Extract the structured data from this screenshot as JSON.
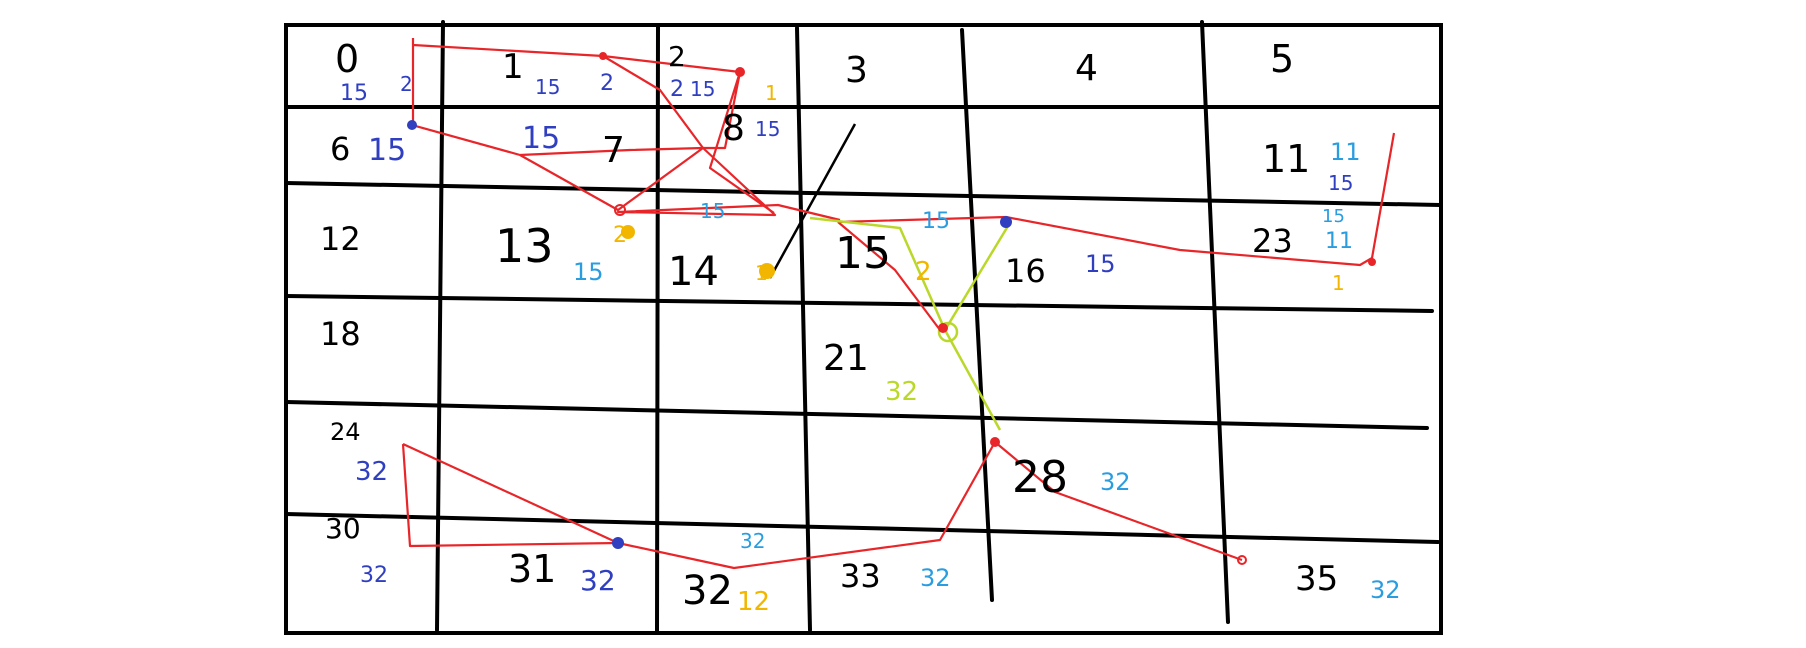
{
  "colors": {
    "background": "#ffffff",
    "grid": "#000000",
    "path_primary": "#e8262a",
    "path_secondary": "#b9d82a",
    "dark_blue": "#2f3fc0",
    "light_blue": "#2a9de0",
    "gold": "#f2b600",
    "black_stroke": "#000000"
  },
  "grid": {
    "columns": 6,
    "rows": 6,
    "cell_numbers": [
      {
        "id": "c0",
        "text": "0"
      },
      {
        "id": "c1",
        "text": "1"
      },
      {
        "id": "c2",
        "text": "2"
      },
      {
        "id": "c3",
        "text": "3"
      },
      {
        "id": "c4",
        "text": "4"
      },
      {
        "id": "c5",
        "text": "5"
      },
      {
        "id": "c6",
        "text": "6"
      },
      {
        "id": "c7",
        "text": "7"
      },
      {
        "id": "c8",
        "text": "8"
      },
      {
        "id": "c11",
        "text": "11"
      },
      {
        "id": "c12",
        "text": "12"
      },
      {
        "id": "c13",
        "text": "13"
      },
      {
        "id": "c14",
        "text": "14"
      },
      {
        "id": "c15",
        "text": "15"
      },
      {
        "id": "c16",
        "text": "16"
      },
      {
        "id": "c23",
        "text": "23"
      },
      {
        "id": "c18",
        "text": "18"
      },
      {
        "id": "c21",
        "text": "21"
      },
      {
        "id": "c24",
        "text": "24"
      },
      {
        "id": "c28",
        "text": "28"
      },
      {
        "id": "c30",
        "text": "30"
      },
      {
        "id": "c31",
        "text": "31"
      },
      {
        "id": "c32",
        "text": "32"
      },
      {
        "id": "c33",
        "text": "33"
      },
      {
        "id": "c35",
        "text": "35"
      }
    ]
  },
  "annotations": [
    {
      "id": "a0a",
      "text": "15",
      "color": "dark_blue"
    },
    {
      "id": "a0b",
      "text": "2",
      "color": "dark_blue"
    },
    {
      "id": "a1a",
      "text": "15",
      "color": "dark_blue"
    },
    {
      "id": "a1b",
      "text": "2",
      "color": "dark_blue"
    },
    {
      "id": "a2a",
      "text": "2",
      "color": "dark_blue"
    },
    {
      "id": "a2b",
      "text": "15",
      "color": "dark_blue"
    },
    {
      "id": "a2c",
      "text": "1",
      "color": "gold"
    },
    {
      "id": "a6",
      "text": "15",
      "color": "dark_blue"
    },
    {
      "id": "a7",
      "text": "15",
      "color": "dark_blue"
    },
    {
      "id": "a8",
      "text": "15",
      "color": "dark_blue"
    },
    {
      "id": "a11a",
      "text": "11",
      "color": "light_blue"
    },
    {
      "id": "a11b",
      "text": "15",
      "color": "dark_blue"
    },
    {
      "id": "a23a",
      "text": "15",
      "color": "light_blue"
    },
    {
      "id": "a23b",
      "text": "11",
      "color": "light_blue"
    },
    {
      "id": "a23c",
      "text": "1",
      "color": "gold"
    },
    {
      "id": "a12",
      "text": "2",
      "color": "gold"
    },
    {
      "id": "a13",
      "text": "15",
      "color": "light_blue"
    },
    {
      "id": "a14a",
      "text": "15",
      "color": "light_blue"
    },
    {
      "id": "a14b",
      "text": "1",
      "color": "gold"
    },
    {
      "id": "a15a",
      "text": "15",
      "color": "light_blue"
    },
    {
      "id": "a15b",
      "text": "2",
      "color": "gold"
    },
    {
      "id": "a16",
      "text": "15",
      "color": "dark_blue"
    },
    {
      "id": "a21",
      "text": "32",
      "color": "path_secondary"
    },
    {
      "id": "a24",
      "text": "32",
      "color": "dark_blue"
    },
    {
      "id": "a28",
      "text": "32",
      "color": "light_blue"
    },
    {
      "id": "a30",
      "text": "32",
      "color": "dark_blue"
    },
    {
      "id": "a31",
      "text": "32",
      "color": "dark_blue"
    },
    {
      "id": "a32a",
      "text": "32",
      "color": "light_blue"
    },
    {
      "id": "a32b",
      "text": "12",
      "color": "gold"
    },
    {
      "id": "a33",
      "text": "32",
      "color": "light_blue"
    },
    {
      "id": "a35",
      "text": "32",
      "color": "light_blue"
    }
  ]
}
